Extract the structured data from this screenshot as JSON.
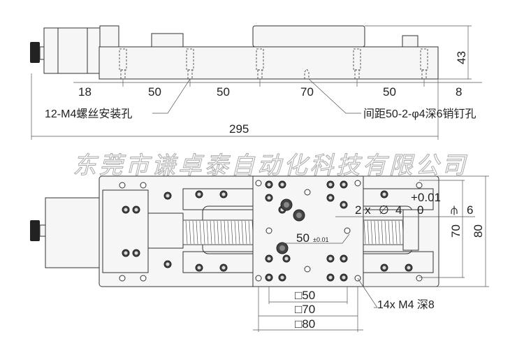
{
  "top_view": {
    "dims": {
      "d18": "18",
      "d50a": "50",
      "d50b": "50",
      "d70": "70",
      "d50c": "50",
      "d8": "8",
      "height": "43",
      "total": "295"
    },
    "label_screw_holes": "12-M4螺丝安装孔",
    "label_pin_holes": "间距50-2-φ4深6销钉孔"
  },
  "watermark": "东莞市谦卓泰自动化科技有限公司",
  "bottom_view": {
    "pin_spec": {
      "count": "2 x",
      "symbol": "∅",
      "dia": "4",
      "tol_upper": "+0.01",
      "tol_lower": "0",
      "depth_symbol": "⫛",
      "depth": "6"
    },
    "pitch": {
      "value": "50",
      "tol": "±0.01"
    },
    "dims": {
      "w70": "70",
      "w80": "80"
    },
    "squares": [
      "□50",
      "□70",
      "□80"
    ],
    "tapped_holes": "14x  M4 深8"
  }
}
